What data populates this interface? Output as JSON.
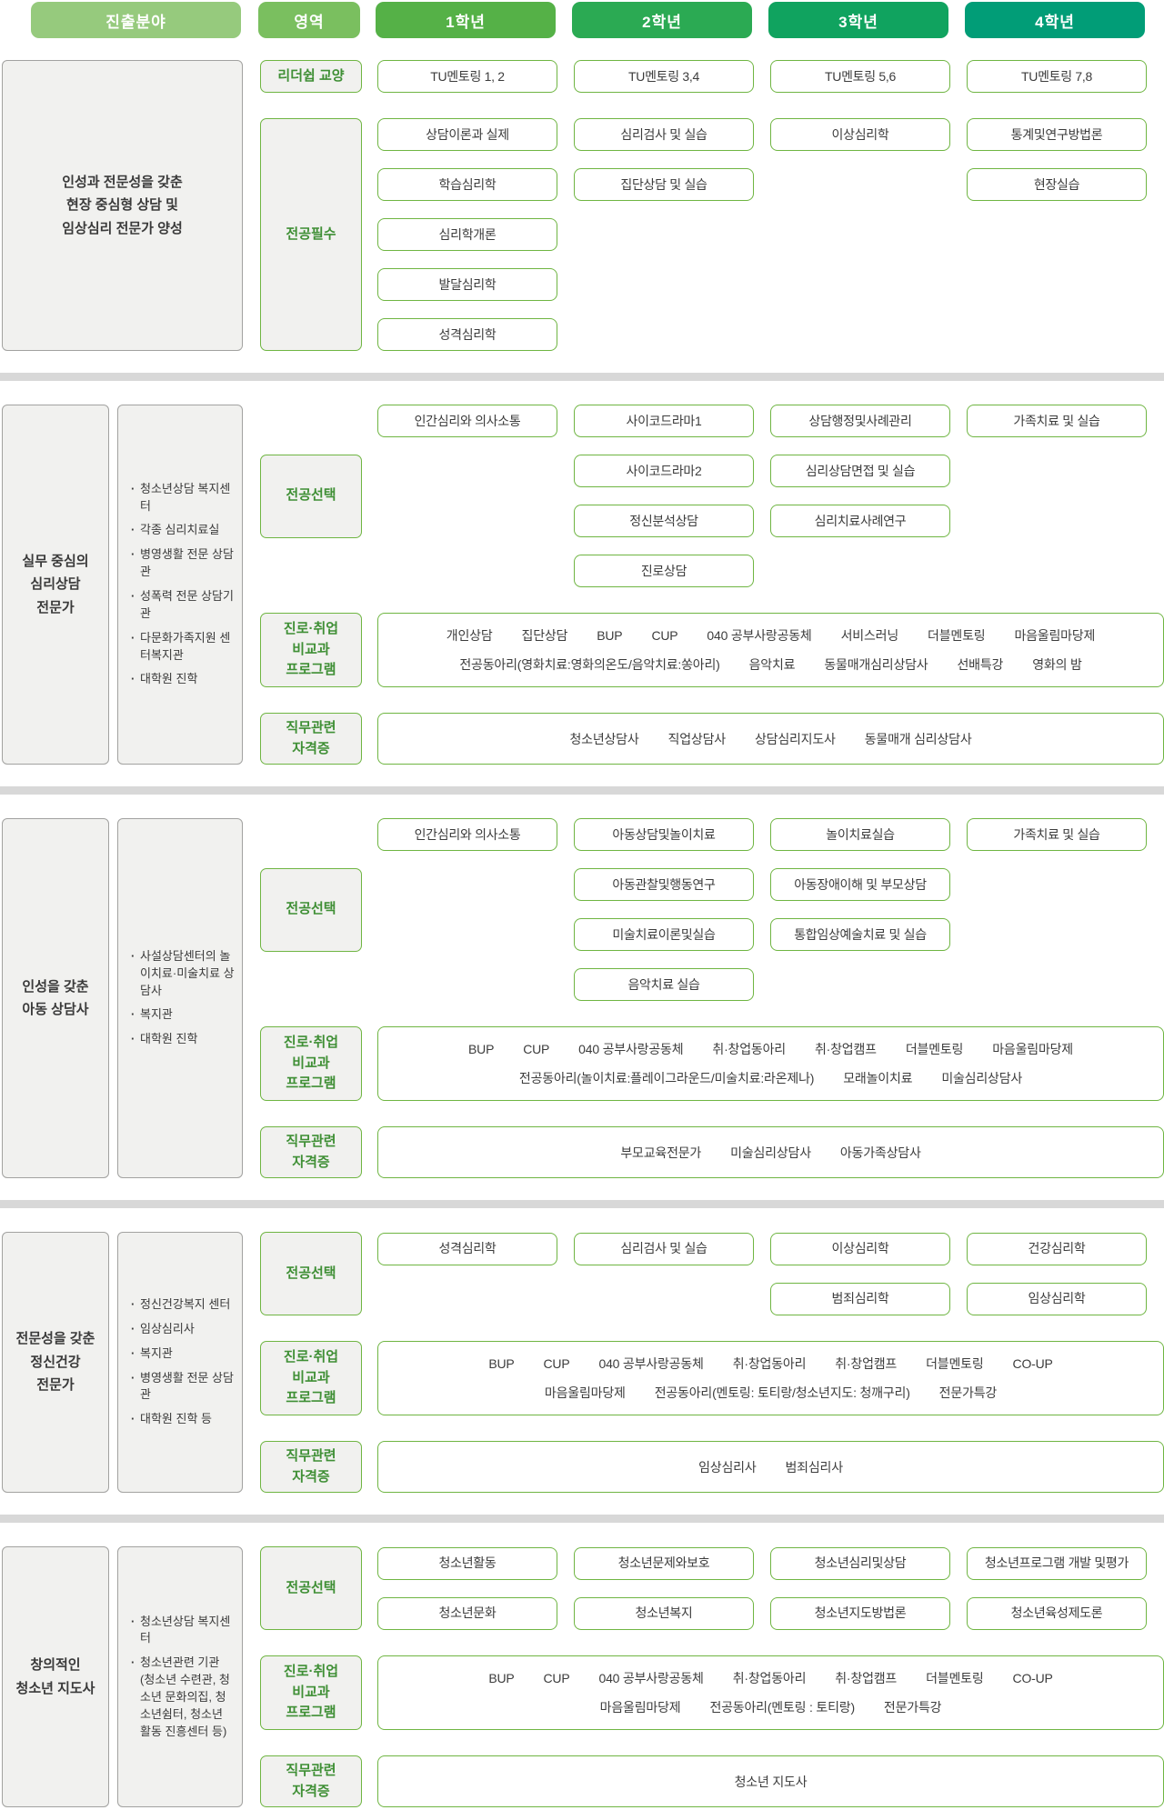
{
  "header": {
    "columns": [
      {
        "label": "진출분야",
        "color": "#96ca7d"
      },
      {
        "label": "영역",
        "color": "#7abf5f"
      },
      {
        "label": "1학년",
        "color": "#55b147"
      },
      {
        "label": "2학년",
        "color": "#2baa53"
      },
      {
        "label": "3학년",
        "color": "#10a35f"
      },
      {
        "label": "4학년",
        "color": "#019d77"
      }
    ]
  },
  "palette": {
    "box_border_green": "#6fb542",
    "area_text_green": "#3f8f35",
    "gray_box_bg": "#f1f1ef",
    "gray_box_border": "#a2a2a0",
    "divider_gray": "#d8d8d8"
  },
  "sections": [
    {
      "name": "foundation",
      "left": [
        {
          "type": "title",
          "text": "인성과 전문성을 갖춘\n현장 중심형 상담 및\n임상심리 전문가 양성"
        }
      ],
      "groups": [
        {
          "type": "grid",
          "kind": "leadership",
          "mode": "stretch",
          "area": "리더쉽 교양",
          "years": [
            [
              "TU멘토링 1, 2"
            ],
            [
              "TU멘토링 3,4"
            ],
            [
              "TU멘토링 5,6"
            ],
            [
              "TU멘토링 7,8"
            ]
          ]
        },
        {
          "type": "grid",
          "kind": "required-majors",
          "mode": "stretch",
          "area": "전공필수",
          "years": [
            [
              "상담이론과 실제",
              "학습심리학",
              "심리학개론",
              "발달심리학",
              "성격심리학"
            ],
            [
              "심리검사 및 실습",
              "집단상담 및 실습"
            ],
            [
              "이상심리학"
            ],
            [
              "통계및연구방법론",
              "현장실습"
            ]
          ]
        }
      ]
    },
    {
      "name": "counseling-expert",
      "left": [
        {
          "type": "title",
          "text": "실무 중심의\n심리상담\n전문가"
        },
        {
          "type": "list",
          "items": [
            "청소년상담 복지센터",
            "각종 심리치료실",
            "병영생활 전문 상담관",
            "성폭력 전문 상담기관",
            "다문화가족지원 센터복지관",
            "대학원 진학"
          ]
        }
      ],
      "groups": [
        {
          "type": "grid",
          "kind": "elective-majors",
          "mode": "center",
          "area": "전공선택",
          "years": [
            [
              "인간심리와 의사소통"
            ],
            [
              "사이코드라마1",
              "사이코드라마2",
              "정신분석상담",
              "진로상담"
            ],
            [
              "상담행정및사례관리",
              "심리상담면접 및 실습",
              "심리치료사례연구"
            ],
            [
              "가족치료 및 실습"
            ]
          ]
        },
        {
          "type": "wide",
          "kind": "career-programs",
          "mode": "stretch",
          "area": "진로·취업\n비교과\n프로그램",
          "lines": [
            [
              "개인상담",
              "집단상담",
              "BUP",
              "CUP",
              "040 공부사랑공동체",
              "서비스러닝",
              "더블멘토링",
              "마음울림마당제"
            ],
            [
              "전공동아리(영화치료:영화의온도/음악치료:쏭아리)",
              "음악치료",
              "동물매개심리상담사",
              "선배특강",
              "영화의 밤"
            ]
          ]
        },
        {
          "type": "wide",
          "kind": "certificates",
          "mode": "stretch",
          "area": "직무관련\n자격증",
          "lines": [
            [
              "청소년상담사",
              "직업상담사",
              "상담심리지도사",
              "동물매개 심리상담사"
            ]
          ]
        }
      ]
    },
    {
      "name": "child-counselor",
      "left": [
        {
          "type": "title",
          "text": "인성을 갖춘\n아동 상담사"
        },
        {
          "type": "list",
          "items": [
            "사설상담센터의 놀이치료·미술치료 상담사",
            "복지관",
            "대학원 진학"
          ]
        }
      ],
      "groups": [
        {
          "type": "grid",
          "kind": "elective-majors",
          "mode": "center",
          "area": "전공선택",
          "years": [
            [
              "인간심리와 의사소통"
            ],
            [
              "아동상담및놀이치료",
              "아동관찰및행동연구",
              "미술치료이론및실습",
              "음악치료 실습"
            ],
            [
              "놀이치료실습",
              "아동장애이해 및 부모상담",
              "통합임상예술치료 및 실습"
            ],
            [
              "가족치료 및 실습"
            ]
          ]
        },
        {
          "type": "wide",
          "kind": "career-programs",
          "mode": "stretch",
          "area": "진로·취업\n비교과\n프로그램",
          "lines": [
            [
              "BUP",
              "CUP",
              "040 공부사랑공동체",
              "취·창업동아리",
              "취·창업캠프",
              "더블멘토링",
              "마음울림마당제"
            ],
            [
              "전공동아리(놀이치료:플레이그라운드/미술치료:라온제나)",
              "모래놀이치료",
              "미술심리상담사"
            ]
          ]
        },
        {
          "type": "wide",
          "kind": "certificates",
          "mode": "stretch",
          "area": "직무관련\n자격증",
          "lines": [
            [
              "부모교육전문가",
              "미술심리상담사",
              "아동가족상담사"
            ]
          ]
        }
      ]
    },
    {
      "name": "mental-health-expert",
      "left": [
        {
          "type": "title",
          "text": "전문성을 갖춘\n정신건강\n전문가"
        },
        {
          "type": "list",
          "items": [
            "정신건강복지 센터",
            "임상심리사",
            "복지관",
            "병영생활 전문 상담관",
            "대학원 진학 등"
          ]
        }
      ],
      "groups": [
        {
          "type": "grid",
          "kind": "elective-majors",
          "mode": "center",
          "area": "전공선택",
          "years": [
            [
              "성격심리학"
            ],
            [
              "심리검사 및 실습"
            ],
            [
              "이상심리학",
              "범죄심리학"
            ],
            [
              "건강심리학",
              "임상심리학"
            ]
          ]
        },
        {
          "type": "wide",
          "kind": "career-programs",
          "mode": "stretch",
          "area": "진로·취업\n비교과\n프로그램",
          "lines": [
            [
              "BUP",
              "CUP",
              "040 공부사랑공동체",
              "취·창업동아리",
              "취·창업캠프",
              "더블멘토링",
              "CO-UP"
            ],
            [
              "마음울림마당제",
              "전공동아리(멘토링: 토티랑/청소년지도: 청깨구리)",
              "전문가특강"
            ]
          ]
        },
        {
          "type": "wide",
          "kind": "certificates",
          "mode": "stretch",
          "area": "직무관련\n자격증",
          "lines": [
            [
              "임상심리사",
              "범죄심리사"
            ]
          ]
        }
      ]
    },
    {
      "name": "youth-leader",
      "left": [
        {
          "type": "title",
          "text": "창의적인\n청소년 지도사"
        },
        {
          "type": "list",
          "items": [
            "청소년상담 복지센터",
            "청소년관련 기관 (청소년 수련관, 청소년 문화의집, 청소년쉼터, 청소년 활동 진흥센터 등)"
          ]
        }
      ],
      "groups": [
        {
          "type": "grid",
          "kind": "elective-majors",
          "mode": "center",
          "area": "전공선택",
          "years": [
            [
              "청소년활동",
              "청소년문화"
            ],
            [
              "청소년문제와보호",
              "청소년복지"
            ],
            [
              "청소년심리및상담",
              "청소년지도방법론"
            ],
            [
              "청소년프로그램 개발 및평가",
              "청소년육성제도론"
            ]
          ]
        },
        {
          "type": "wide",
          "kind": "career-programs",
          "mode": "stretch",
          "area": "진로·취업\n비교과\n프로그램",
          "lines": [
            [
              "BUP",
              "CUP",
              "040 공부사랑공동체",
              "취·창업동아리",
              "취·창업캠프",
              "더블멘토링",
              "CO-UP"
            ],
            [
              "마음울림마당제",
              "전공동아리(멘토링 : 토티랑)",
              "전문가특강"
            ]
          ]
        },
        {
          "type": "wide",
          "kind": "certificates",
          "mode": "stretch",
          "area": "직무관련\n자격증",
          "lines": [
            [
              "청소년 지도사"
            ]
          ]
        }
      ]
    }
  ]
}
